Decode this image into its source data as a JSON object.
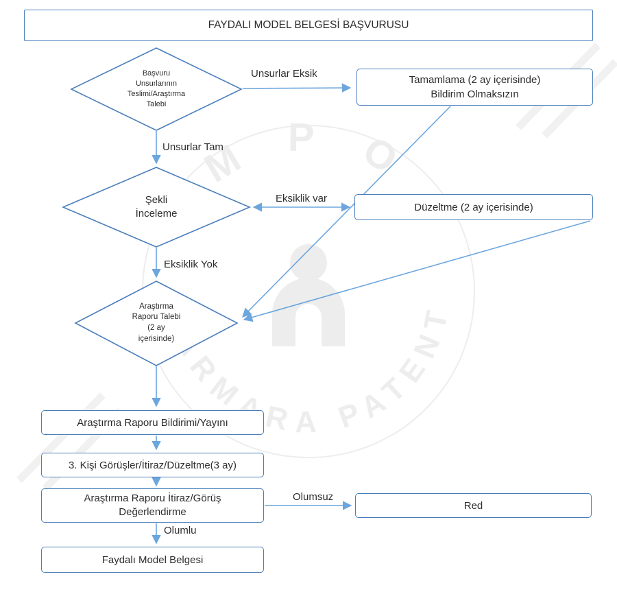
{
  "title_box": {
    "label": "FAYDALI MODEL BELGESİ BAŞVURUSU"
  },
  "diamonds": {
    "basvuru": {
      "label": "Başvuru\nUnsurlarının\nTeslimi/Araştırma\nTalebi"
    },
    "sekli_inceleme": {
      "label": "Şekli\nİnceleme"
    },
    "arastirma_raporu": {
      "label": "Araştırma\nRaporu Talebi\n(2 ay\niçerisinde)"
    }
  },
  "boxes": {
    "tamamlama": {
      "label": "Tamamlama (2 ay içerisinde)\nBildirim Olmaksızın"
    },
    "duzeltme": {
      "label": "Düzeltme (2 ay içerisinde)"
    },
    "rapor_bildirimi": {
      "label": "Araştırma Raporu Bildirimi/Yayını"
    },
    "kisi_gorusler": {
      "label": "3. Kişi Görüşler/İtiraz/Düzeltme(3 ay)"
    },
    "degerlendirme": {
      "label": "Araştırma Raporu İtiraz/Görüş\nDeğerlendirme"
    },
    "red": {
      "label": "Red"
    },
    "faydali_model": {
      "label": "Faydalı Model Belgesi"
    }
  },
  "edge_labels": {
    "unsurlar_eksik": "Unsurlar Eksik",
    "unsurlar_tam": "Unsurlar Tam",
    "eksiklik_var": "Eksiklik var",
    "eksiklik_yok": "Eksiklik Yok",
    "olumsuz": "Olumsuz",
    "olumlu": "Olumlu"
  },
  "watermark": {
    "arc_top": "M P O",
    "arc_bottom": "MARMARA PATENT",
    "star": "✱"
  },
  "colors": {
    "node_border": "#4a7ebb",
    "arrow": "#6ca6dd",
    "text": "#2d2d2d",
    "watermark": "#ededed"
  }
}
